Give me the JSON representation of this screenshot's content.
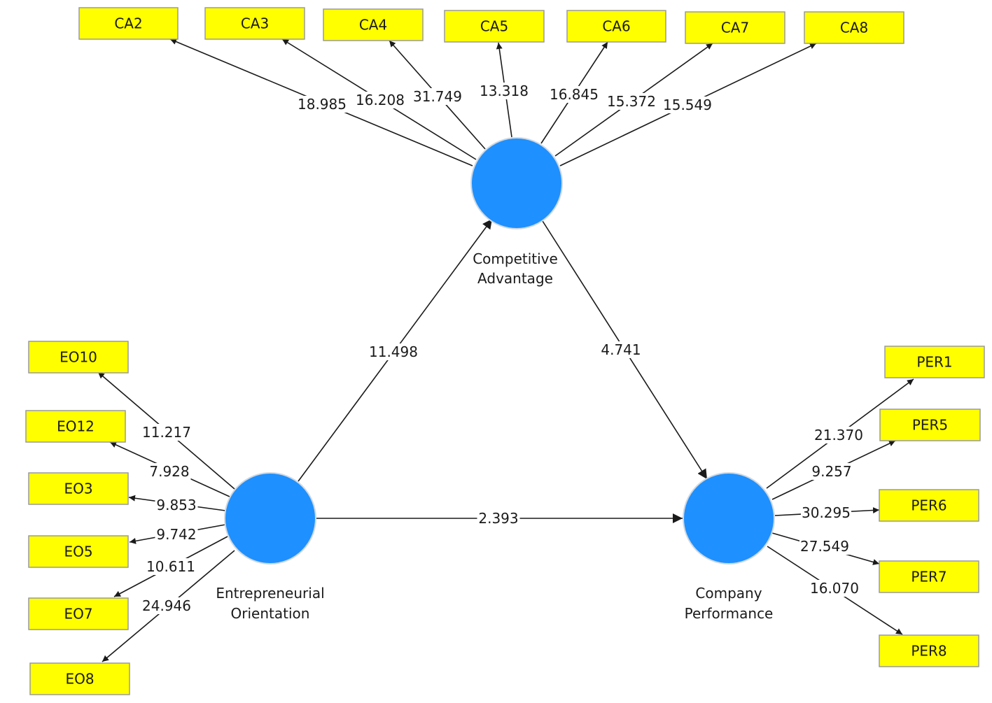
{
  "diagram": {
    "latent_variables": [
      {
        "id": "CA",
        "label_lines": [
          "Competitive",
          "Advantage"
        ],
        "color": "#1e90ff"
      },
      {
        "id": "EO",
        "label_lines": [
          "Entrepreneurial",
          "Orientation"
        ],
        "color": "#1e90ff"
      },
      {
        "id": "CP",
        "label_lines": [
          "Company",
          "Performance"
        ],
        "color": "#1e90ff"
      }
    ],
    "indicators": [
      {
        "id": "CA2",
        "label": "CA2",
        "latent": "CA",
        "coefficient": "18.985"
      },
      {
        "id": "CA3",
        "label": "CA3",
        "latent": "CA",
        "coefficient": "16.208"
      },
      {
        "id": "CA4",
        "label": "CA4",
        "latent": "CA",
        "coefficient": "31.749"
      },
      {
        "id": "CA5",
        "label": "CA5",
        "latent": "CA",
        "coefficient": "13.318"
      },
      {
        "id": "CA6",
        "label": "CA6",
        "latent": "CA",
        "coefficient": "16.845"
      },
      {
        "id": "CA7",
        "label": "CA7",
        "latent": "CA",
        "coefficient": "15.372"
      },
      {
        "id": "CA8",
        "label": "CA8",
        "latent": "CA",
        "coefficient": "15.549"
      },
      {
        "id": "EO10",
        "label": "EO10",
        "latent": "EO",
        "coefficient": "11.217"
      },
      {
        "id": "EO12",
        "label": "EO12",
        "latent": "EO",
        "coefficient": "7.928"
      },
      {
        "id": "EO3",
        "label": "EO3",
        "latent": "EO",
        "coefficient": "9.853"
      },
      {
        "id": "EO5",
        "label": "EO5",
        "latent": "EO",
        "coefficient": "9.742"
      },
      {
        "id": "EO7",
        "label": "EO7",
        "latent": "EO",
        "coefficient": "10.611"
      },
      {
        "id": "EO8",
        "label": "EO8",
        "latent": "EO",
        "coefficient": "24.946"
      },
      {
        "id": "PER1",
        "label": "PER1",
        "latent": "CP",
        "coefficient": "21.370"
      },
      {
        "id": "PER5",
        "label": "PER5",
        "latent": "CP",
        "coefficient": "9.257"
      },
      {
        "id": "PER6",
        "label": "PER6",
        "latent": "CP",
        "coefficient": "30.295"
      },
      {
        "id": "PER7",
        "label": "PER7",
        "latent": "CP",
        "coefficient": "27.549"
      },
      {
        "id": "PER8",
        "label": "PER8",
        "latent": "CP",
        "coefficient": "16.070"
      }
    ],
    "paths": [
      {
        "from": "EO",
        "to": "CA",
        "coefficient": "11.498"
      },
      {
        "from": "CA",
        "to": "CP",
        "coefficient": "4.741"
      },
      {
        "from": "EO",
        "to": "CP",
        "coefficient": "2.393"
      }
    ],
    "indicator_color": "#ffff00"
  }
}
